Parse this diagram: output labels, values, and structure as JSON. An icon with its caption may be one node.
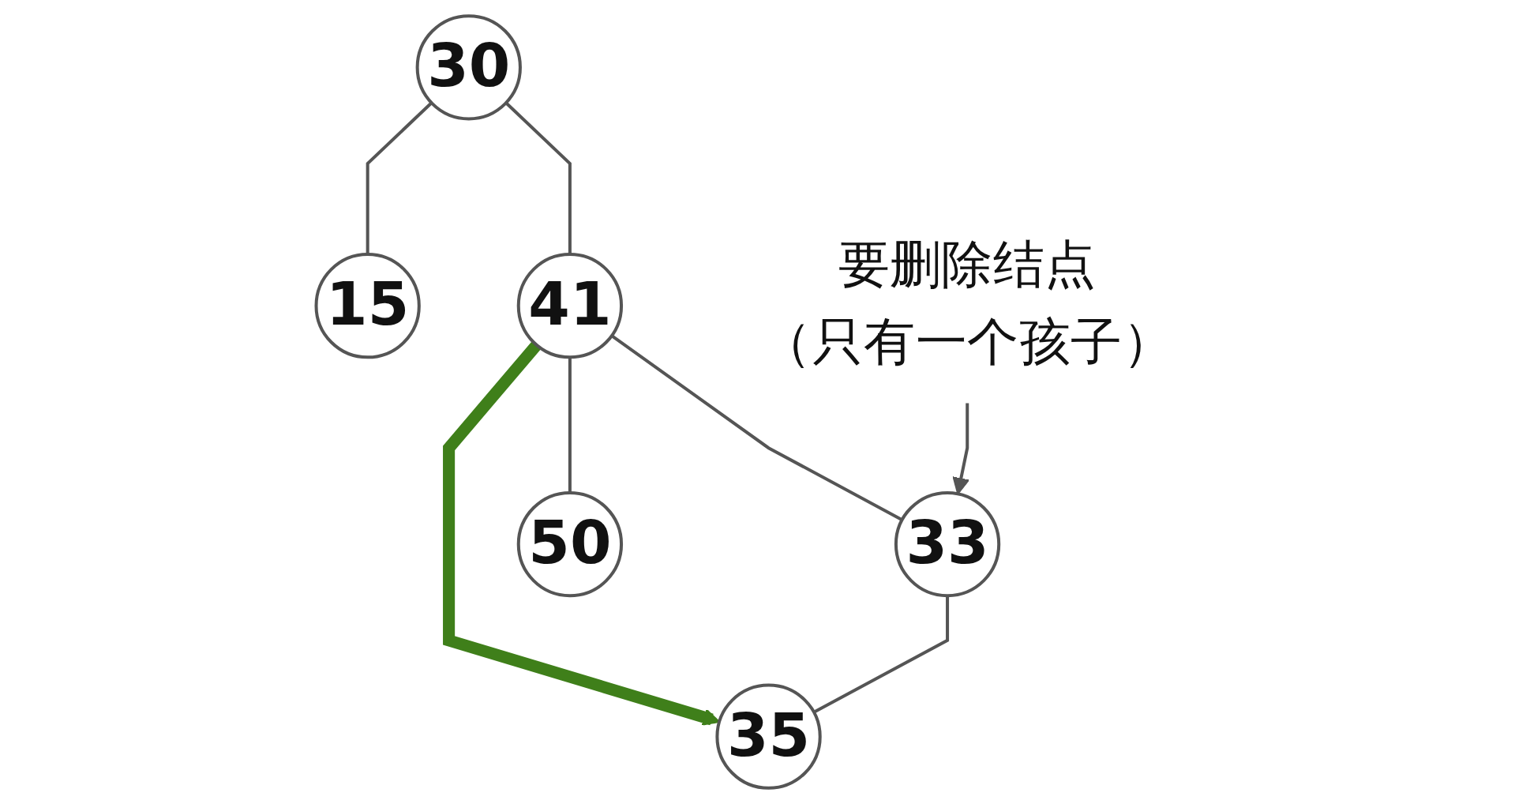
{
  "diagram": {
    "nodes": [
      {
        "text": [
          "30"
        ]
      },
      {
        "text": [
          "15"
        ]
      },
      {
        "text": [
          "41"
        ]
      },
      {
        "text": [
          "要删除结点",
          "（只有一个孩子）"
        ]
      },
      {
        "text": [
          "33"
        ]
      },
      {
        "text": [
          "50"
        ]
      },
      {
        "text": [
          "35"
        ]
      }
    ],
    "edges": [
      {
        "from": 0,
        "to": 1,
        "arrow": "none"
      },
      {
        "from": 0,
        "to": 2,
        "arrow": "none"
      },
      {
        "from": 2,
        "to": 4,
        "arrow": "none"
      },
      {
        "from": 2,
        "to": 5,
        "arrow": "none"
      },
      {
        "from": 2,
        "to": 6,
        "arrow": "to",
        "style": "thick",
        "color": "#3f7f1a"
      },
      {
        "from": 4,
        "to": 6,
        "arrow": "none"
      },
      {
        "from": 3,
        "to": 4,
        "arrow": "to"
      }
    ]
  }
}
